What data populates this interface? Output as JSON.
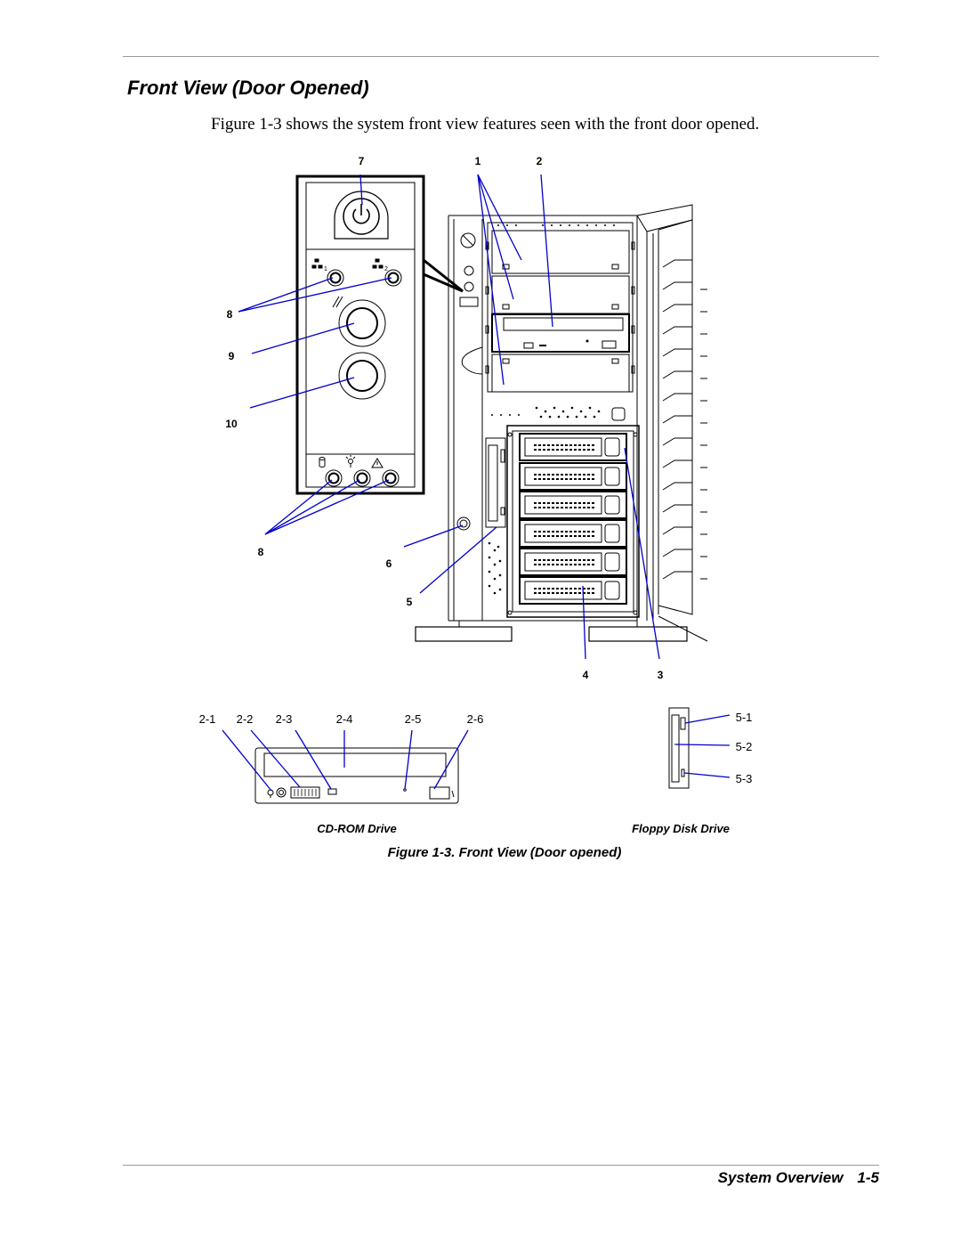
{
  "page": {
    "heading": "Front View (Door Opened)",
    "intro": "Figure 1-3 shows the system front view features seen with the front door opened.",
    "footer_section": "System Overview",
    "footer_page": "1-5"
  },
  "figure": {
    "caption": "Figure 1-3. Front View (Door opened)",
    "callouts": {
      "c7": "7",
      "c1": "1",
      "c2": "2",
      "c8a": "8",
      "c9": "9",
      "c10": "10",
      "c8b": "8",
      "c6": "6",
      "c5": "5",
      "c4": "4",
      "c3": "3"
    },
    "cdrom": {
      "title": "CD-ROM Drive",
      "labels": [
        "2-1",
        "2-2",
        "2-3",
        "2-4",
        "2-5",
        "2-6"
      ]
    },
    "floppy": {
      "title": "Floppy Disk Drive",
      "labels": [
        "5-1",
        "5-2",
        "5-3"
      ]
    },
    "leader_color": "#0000cc"
  }
}
